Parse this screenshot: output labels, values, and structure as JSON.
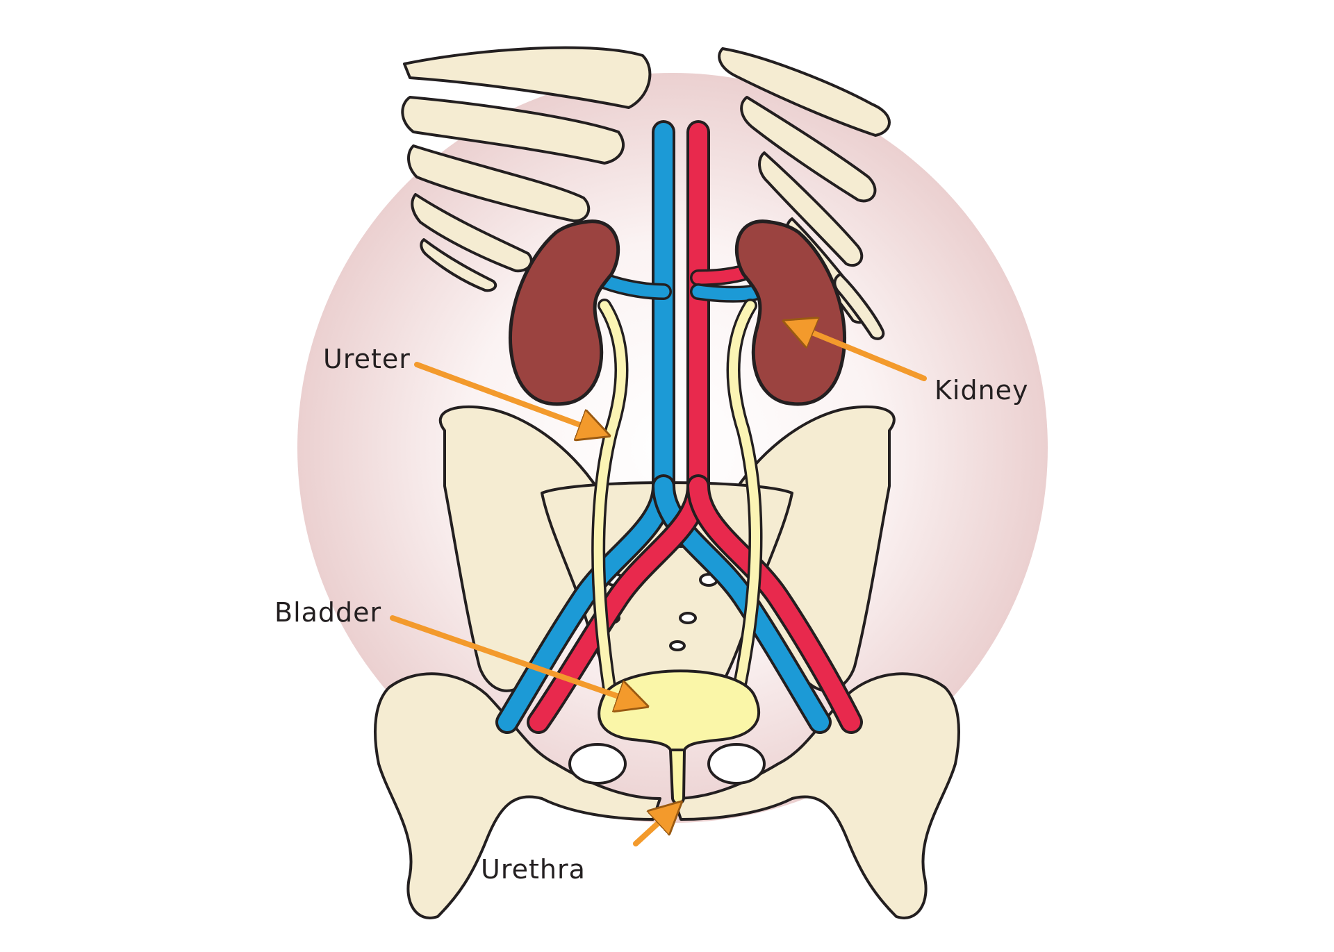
{
  "labels": {
    "ureter": "Ureter",
    "kidney": "Kidney",
    "bladder": "Bladder",
    "urethra": "Urethra"
  },
  "colors": {
    "background": "#ffffff",
    "halo_center": "#ffffff",
    "halo_edge": "#ebd0d0",
    "bone": "#f5ecd2",
    "bone_shade": "#e3d8bd",
    "kidney": "#9b4340",
    "vein": "#1c9ad6",
    "artery": "#e8294d",
    "ureter": "#fbf4b4",
    "bladder": "#faf6a8",
    "arrow": "#f39a2c",
    "outline": "#231f20"
  }
}
